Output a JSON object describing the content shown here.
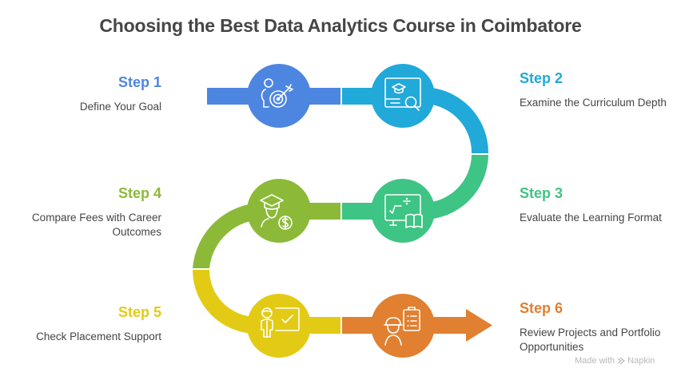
{
  "title": "Choosing the Best Data Analytics Course in Coimbatore",
  "steps": [
    {
      "label": "Step 1",
      "description": "Define Your Goal",
      "color": "#4d86e0",
      "icon": "person-target-icon"
    },
    {
      "label": "Step 2",
      "description": "Examine the Curriculum Depth",
      "color": "#21a9da",
      "icon": "monitor-graduation-search-icon"
    },
    {
      "label": "Step 3",
      "description": "Evaluate the Learning Format",
      "color": "#3ec484",
      "icon": "math-board-book-icon"
    },
    {
      "label": "Step 4",
      "description": "Compare Fees with Career Outcomes",
      "color": "#8cba38",
      "icon": "graduate-dollar-icon"
    },
    {
      "label": "Step 5",
      "description": "Check Placement Support",
      "color": "#e3cb15",
      "icon": "person-checkboard-icon"
    },
    {
      "label": "Step 6",
      "description": "Review Projects and Portfolio Opportunities",
      "color": "#e08030",
      "icon": "worker-clipboard-icon"
    }
  ],
  "footer": {
    "made_with": "Made with",
    "brand": "Napkin"
  }
}
